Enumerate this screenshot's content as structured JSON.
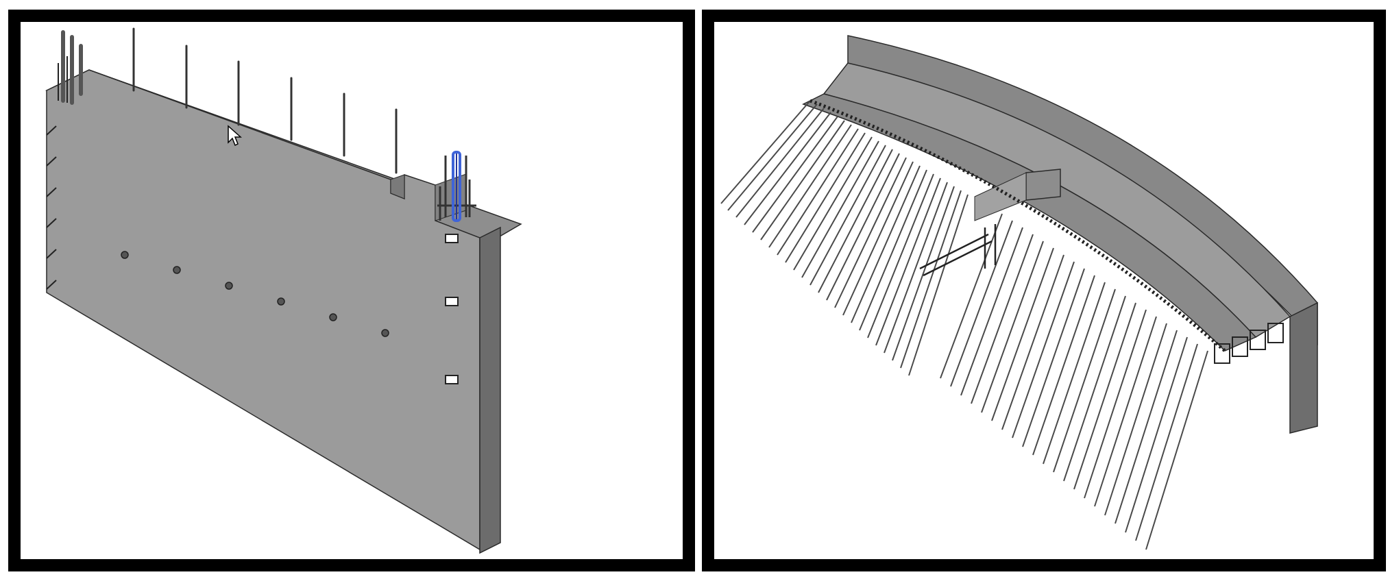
{
  "colors": {
    "frame": "#000000",
    "canvas": "#ffffff",
    "concrete_face": "#9a9a9a",
    "concrete_top": "#8c8c8c",
    "concrete_side": "#6e6e6e",
    "rebar": "#3a3a3a",
    "selected_rebar": "#3f64d8",
    "edge": "#2a2a2a"
  },
  "views": [
    {
      "id": "left",
      "model": "precast-wall-panel-with-starter-bars",
      "icon": "mouse-pointer-icon"
    },
    {
      "id": "right",
      "model": "curved-precast-beam-with-projecting-reinforcement"
    }
  ]
}
